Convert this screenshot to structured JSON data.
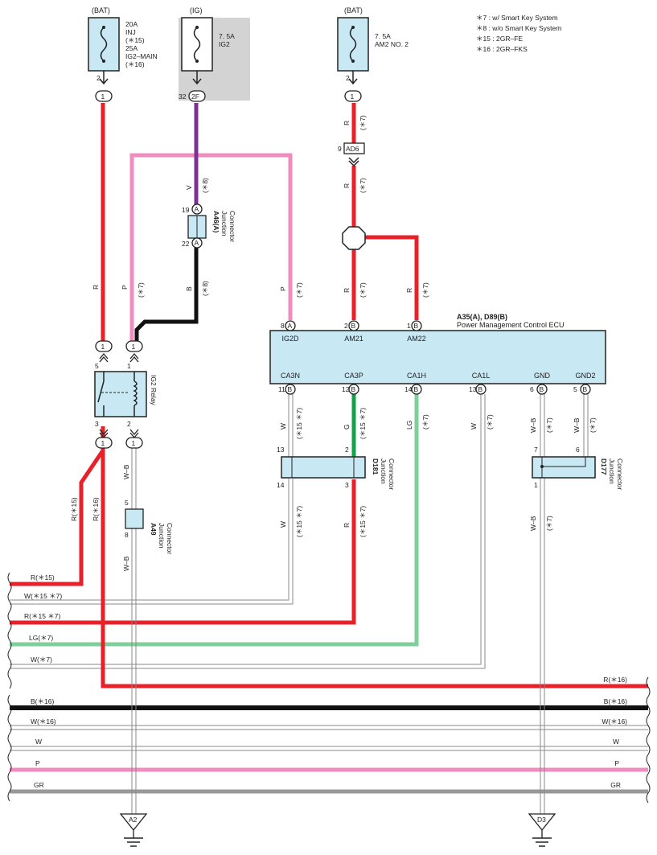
{
  "legend": [
    "＊7 : w/ Smart Key System",
    "＊8 : w/o Smart Key System",
    "＊15 : 2GR–FE",
    "＊16 : 2GR–FKS"
  ],
  "fuses": {
    "left_source": "(BAT)",
    "left_label": [
      "20A",
      "INJ",
      "(＊15)",
      "25A",
      "IG2–MAIN",
      "(＊16)"
    ],
    "ig_source": "(IG)",
    "ig_label": [
      "7. 5A",
      "IG2"
    ],
    "right_source": "(BAT)",
    "right_label": [
      "7. 5A",
      "AM2 NO. 2"
    ]
  },
  "pins": {
    "f1_pin": "2",
    "f1_conn": "1",
    "ig_pin": "32",
    "ig_conn": "2F",
    "f3_pin": "2",
    "f3_conn": "1",
    "ad6_pin": "9",
    "ad6_conn": "AD6",
    "a46_top_pin": "19",
    "a46_top_conn": "A",
    "a46_bot_pin": "22",
    "a46_bot_conn": "A",
    "relay_c1": "1",
    "relay_c2": "1",
    "relay_c3": "1",
    "relay_c4": "1",
    "relay_p5": "5",
    "relay_p1": "1",
    "relay_p3": "3",
    "relay_p2": "2",
    "a49_top": "5",
    "a49_bot": "8",
    "d181_13": "13",
    "d181_2": "2",
    "d181_14": "14",
    "d181_3": "3",
    "d177_7": "7",
    "d177_6": "6",
    "d177_1": "1"
  },
  "components": {
    "a46_id": "A46(A)",
    "a46_name": [
      "Junction",
      "Connector"
    ],
    "relay_name": "IG2 Relay",
    "a49_id": "A49",
    "a49_name": [
      "Junction",
      "Connector"
    ],
    "d181_id": "D181",
    "d181_name": [
      "Junction",
      "Connector"
    ],
    "d177_id": "D177",
    "d177_name": [
      "Junction",
      "Connector"
    ]
  },
  "ecu": {
    "id": "A35(A), D89(B)",
    "name": "Power Management Control ECU",
    "top_pins": [
      {
        "num": "8",
        "conn": "A",
        "name": "IG2D"
      },
      {
        "num": "2",
        "conn": "B",
        "name": "AM21"
      },
      {
        "num": "1",
        "conn": "B",
        "name": "AM22"
      }
    ],
    "bottom_pins": [
      {
        "num": "11",
        "conn": "B",
        "name": "CA3N"
      },
      {
        "num": "12",
        "conn": "B",
        "name": "CA3P"
      },
      {
        "num": "14",
        "conn": "B",
        "name": "CA1H"
      },
      {
        "num": "13",
        "conn": "B",
        "name": "CA1L"
      },
      {
        "num": "6",
        "conn": "B",
        "name": "GND"
      },
      {
        "num": "5",
        "conn": "B",
        "name": "GND2"
      }
    ]
  },
  "wire_labels": {
    "r": "R",
    "p": "P",
    "v": "V",
    "b": "B",
    "w": "W",
    "g": "G",
    "lg": "LG",
    "wb": "W–B",
    "n7": "(＊7)",
    "n8": "(＊8)",
    "n15_7": "(＊15 ＊7)",
    "r15": "R(＊15)",
    "r16": "R(＊16)"
  },
  "bus": {
    "left": [
      "R(＊15)",
      "W(＊15 ＊7)",
      "R(＊15 ＊7)",
      "LG(＊7)",
      "W(＊7)"
    ],
    "both": [
      {
        "left": "B(＊16)",
        "right": "B(＊16)"
      },
      {
        "left": "W(＊16)",
        "right": "W(＊16)"
      },
      {
        "left": "W",
        "right": "W"
      },
      {
        "left": "P",
        "right": "P"
      },
      {
        "left": "GR",
        "right": "GR"
      }
    ],
    "right_r16": "R(＊16)"
  },
  "grounds": {
    "left": "A2",
    "right": "D3"
  },
  "colors": {
    "red": "#e8202a",
    "pink": "#f08dbe",
    "purple": "#7b3294",
    "black": "#111111",
    "green": "#13a24a",
    "light_green": "#7fcf9a",
    "gray": "#999999",
    "component_fill": "#c8e8f4",
    "ig_shade": "#d3d3d3"
  }
}
